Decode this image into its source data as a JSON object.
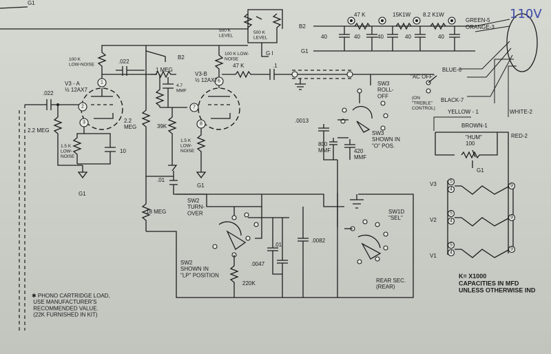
{
  "labels": {
    "g1_top": "G1",
    "b2_top": "B2",
    "g1_mid": "G1",
    "level_a": "500 K\nLEVEL",
    "level_b": "500 K\nLEVEL",
    "r_47k_top": "47 K",
    "r_15k_top": "15K1W",
    "r_8k2_top": "8.2 K1W",
    "cap_40a": "40",
    "cap_40b": "40",
    "cap_40c": "40",
    "cap_40d": "40",
    "cap_40e": "40",
    "green_5": "GREEN-5",
    "orange_3": "ORANGE-3",
    "handwritten_110v": "110V",
    "r_100k_a": "100 K\nLOW-NOISE",
    "cap_022_top": ".022",
    "r_1meg": "1 MEG",
    "b2_mid": "B2",
    "r_100k_b": "100 K  LOW-\nNOISE",
    "g1_right": "G I",
    "r_47k_mid": "47 K",
    "cap_1": ".1",
    "ac_off": "\"AC OFF\"",
    "blue_6": "BLUE-6",
    "black_7": "BLACK-7",
    "on_treble": "(ON\n\"TREBLE\"\nCONTROL)",
    "yellow_1": "YELLOW - 1",
    "white_2": "WHITE-2",
    "brown_1": "BROWN-1",
    "red_2": "RED-2",
    "hum_100": "\"HUM\"\n100",
    "g1_hum": "G1",
    "v3a": "V3 - A\n½ 12AX7",
    "v3b": "V3-B\n½ 12AX7",
    "cap_022_in": ".022",
    "r_2m2_in": "2.2 MEG",
    "r_1k5_a": "1.5 K\nLOW-\nNOISE",
    "cap_10": "10",
    "g1_v3a": "G1",
    "cap_47mmf": "4.7\nMMF",
    "r_2m2_mid": "2.2\nMEG",
    "r_39k": "39K",
    "r_1k5_b": "1.5 K\nLOW-\nNOISE",
    "g1_v3b": "G1",
    "sw3": "SW3\nROLL-\nOFF",
    "cap_0013": ".0013",
    "sw3_shown": "SW3\nSHOWN  IN\n\"O\" POS.",
    "cap_800": "800\nMMF",
    "cap_420": "420\nMMF",
    "cap_01a": ".01",
    "sw2_turn": "SW2\nTURN-\nOVER",
    "r_18meg": "18 MEG",
    "cap_01b": ".01",
    "cap_0082": ".0082",
    "cap_0047": ".0047",
    "sw2_shown": "SW2\nSHOWN  IN\n\"LP\" POSITION",
    "r_220k": "220K",
    "sw1d": "SW1D\n\"SEL\"",
    "rear_sec": "REAR SEC.\n(REAR)",
    "v1": "V1",
    "v2": "V2",
    "v3": "V3",
    "pin5": "5",
    "pin4": "4",
    "pin9": "9",
    "footnote": "✱  PHONO  CARTRIDGE  LOAD,\n    USE  MANUFACTURER'S\n    RECOMMENDED  VALUE.\n    (22K  FURNISHED  IN  KIT)",
    "k_note": "K= X1000\nCAPACITIES  IN  MFD\nUNLESS  OTHERWISE  IND"
  },
  "pins": {
    "v3a_1": "1",
    "v3a_2": "2",
    "v3a_3": "3",
    "v3b_6": "6",
    "v3b_7": "7",
    "v3b_8": "8"
  }
}
